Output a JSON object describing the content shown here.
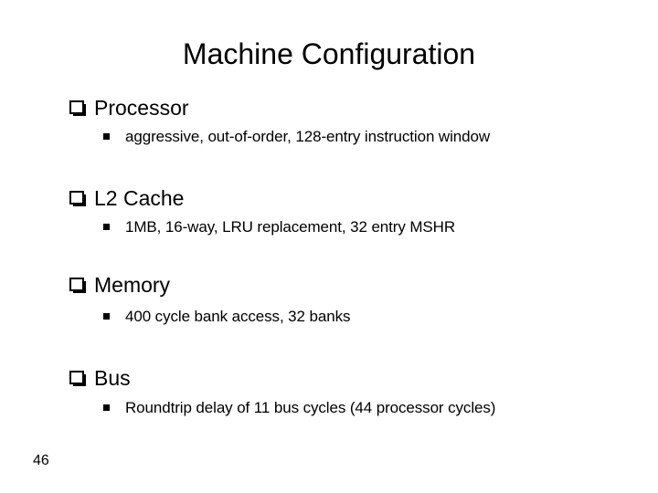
{
  "slide": {
    "title": "Machine Configuration",
    "page_number": "46",
    "colors": {
      "background": "#ffffff",
      "text": "#000000"
    },
    "bullet_icons": {
      "level1": "shadowed-white-square",
      "level2": "small-black-square"
    },
    "sections": [
      {
        "heading": "Processor",
        "detail": "aggressive, out-of-order, 128-entry instruction window"
      },
      {
        "heading": "L2 Cache",
        "detail": "1MB, 16-way, LRU replacement, 32 entry MSHR"
      },
      {
        "heading": "Memory",
        "detail": "400 cycle bank access, 32 banks"
      },
      {
        "heading": "Bus",
        "detail": "Roundtrip delay of 11 bus cycles (44 processor cycles)"
      }
    ]
  }
}
